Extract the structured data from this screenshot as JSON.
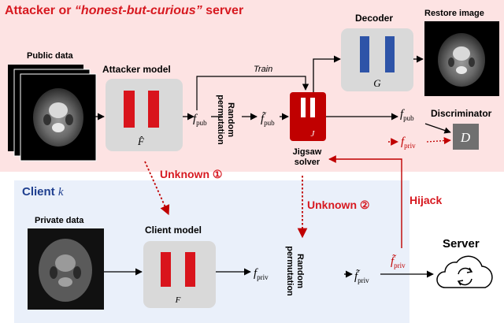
{
  "attacker_panel": {
    "title_prefix": "Attacker or ",
    "title_emph": "“honest-but-curious”",
    "title_suffix": " server",
    "bg_color": "#fde3e3",
    "title_color": "#d71920"
  },
  "client_panel": {
    "title": "Client",
    "title_var": "k",
    "bg_color": "#eaf0fa",
    "title_color": "#1f3f8f"
  },
  "labels": {
    "public_data": "Public data",
    "attacker_model": "Attacker model",
    "attacker_model_symbol": "F̂",
    "random_permutation_top_1": "Random",
    "random_permutation_top_2": "permutation",
    "random_permutation_bottom_1": "Random",
    "random_permutation_bottom_2": "permutation",
    "train": "Train",
    "decoder": "Decoder",
    "decoder_symbol": "G",
    "restore_image": "Restore image",
    "discriminator": "Discriminator",
    "discriminator_symbol": "D",
    "jigsaw_solver_1": "Jigsaw",
    "jigsaw_solver_2": "solver",
    "jigsaw_symbol": "J",
    "unknown_1": "Unknown ①",
    "unknown_2": "Unknown ②",
    "hijack": "Hijack",
    "private_data": "Private data",
    "client_model": "Client model",
    "client_model_symbol": "F",
    "server": "Server",
    "f_pub": "f",
    "f_pub_sub": "pub",
    "f_tilde_pub": "f̃",
    "f_tilde_pub_sub": "pub",
    "f_pub_out": "f",
    "f_pub_out_sub": "pub",
    "f_priv_out": "f",
    "f_priv_out_sub": "priv",
    "f_priv": "f",
    "f_priv_sub": "priv",
    "f_tilde_priv": "f̃",
    "f_tilde_priv_sub": "priv",
    "f_tilde_priv_hijack": "f̃",
    "f_tilde_priv_hijack_sub": "priv"
  },
  "colors": {
    "accent_red": "#d71920",
    "dark_red": "#c00000",
    "model_bar_red": "#d9141c",
    "decoder_bar_blue": "#2e54a8",
    "model_box_gray": "#d9d9d9",
    "discriminator_gray": "#707070",
    "arrow_black": "#000000"
  },
  "icons": {
    "ct_stack": "ct-scan-stack-icon",
    "restored_ct": "restored-ct-image-icon",
    "private_ct": "private-ct-image-icon",
    "server": "cloud-sync-icon"
  }
}
